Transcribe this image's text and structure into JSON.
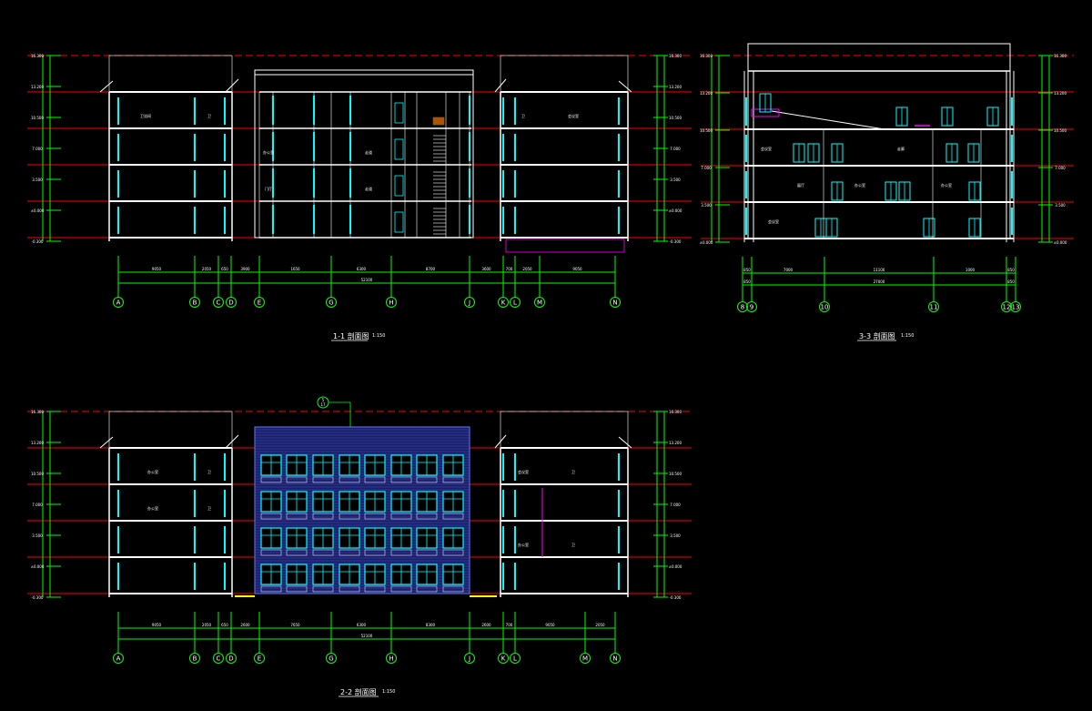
{
  "colors": {
    "background": "#000000",
    "grid_axis": "#00ff00",
    "level_line": "#ff0000",
    "wall": "#ffffff",
    "glazing": "#00ffff",
    "accent": "#ff00ff",
    "brick": "#6677ff",
    "ground": "#ffff00"
  },
  "sections": [
    {
      "id": "s11",
      "title": "1-1 剖面图",
      "scale": "1:150",
      "axes": [
        "A",
        "B",
        "C",
        "D",
        "E",
        "G",
        "H",
        "J",
        "K",
        "L",
        "M",
        "N"
      ],
      "dims_top": [
        "9050",
        "2050",
        "650",
        "3900",
        "1650",
        "6300",
        "8700",
        "3600",
        "700",
        "2050",
        "9050"
      ],
      "dim_total": "52100",
      "room_labels": [
        "卫浴间",
        "卫",
        "办公室",
        "走道",
        "门厅",
        "走道",
        "卫",
        "会议室"
      ],
      "elev_marks": [
        "16.300",
        "13.200",
        "10.500",
        "7.000",
        "3.500",
        "±0.000",
        "-0.300"
      ]
    },
    {
      "id": "s33",
      "title": "3-3 剖面图",
      "scale": "1:150",
      "axes": [
        "8",
        "9",
        "10",
        "11",
        "12",
        "13"
      ],
      "dims_top": [
        "850",
        "7000",
        "11100",
        "1000",
        "850"
      ],
      "dims_bottom": [
        "850",
        "27000",
        "850"
      ],
      "room_labels": [
        "会议室",
        "展厅",
        "办公室",
        "走廊",
        "办公室",
        "会议室"
      ],
      "elev_marks": [
        "16.300",
        "13.200",
        "10.500",
        "7.000",
        "3.500",
        "±0.000"
      ]
    },
    {
      "id": "s22",
      "title": "2-2 剖面图",
      "scale": "1:150",
      "axes": [
        "A",
        "B",
        "C",
        "D",
        "E",
        "G",
        "H",
        "J",
        "K",
        "L",
        "M",
        "N"
      ],
      "dims_top": [
        "9050",
        "2050",
        "650",
        "2600",
        "7650",
        "6300",
        "8300",
        "2600",
        "700",
        "9050",
        "2050"
      ],
      "dim_total": "52100",
      "room_labels": [
        "办公室",
        "卫",
        "办公室",
        "卫",
        "会议室",
        "卫",
        "办公室",
        "卫"
      ],
      "elev_marks": [
        "16.300",
        "13.200",
        "10.500",
        "7.000",
        "3.500",
        "±0.000",
        "-0.300"
      ],
      "detail_callout": [
        "5",
        "17"
      ]
    }
  ]
}
